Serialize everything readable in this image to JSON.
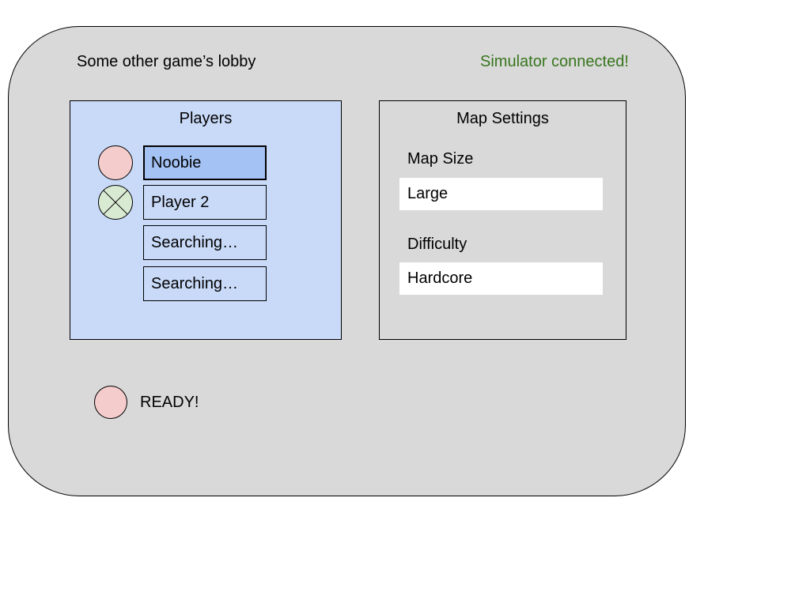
{
  "window": {
    "title": "Some other game’s lobby",
    "status": "Simulator connected!"
  },
  "players_panel": {
    "title": "Players",
    "slots": [
      {
        "name": "Noobie",
        "selected": true,
        "avatar": "pink-circle"
      },
      {
        "name": "Player 2",
        "selected": false,
        "avatar": "green-circle-x"
      },
      {
        "name": "Searching…",
        "selected": false,
        "avatar": "none"
      },
      {
        "name": "Searching…",
        "selected": false,
        "avatar": "none"
      }
    ]
  },
  "map_settings_panel": {
    "title": "Map Settings",
    "fields": [
      {
        "label": "Map Size",
        "value": "Large"
      },
      {
        "label": "Difficulty",
        "value": "Hardcore"
      }
    ]
  },
  "ready_button": {
    "label": "READY!"
  },
  "colors": {
    "status_text": "#38761d",
    "surface_gray": "#d9d9d9",
    "panel_blue": "#c9daf8",
    "selected_slot_blue": "#a4c2f4",
    "avatar_pink": "#f4cccc",
    "avatar_green": "#d9ead3",
    "field_white": "#ffffff",
    "outline_black": "#000000"
  }
}
